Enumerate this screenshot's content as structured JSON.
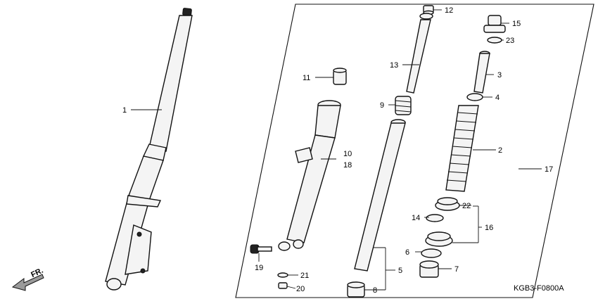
{
  "diagram": {
    "code": "KGB3-F0800A",
    "direction_label": "FR.",
    "callouts": {
      "c1": "1",
      "c2": "2",
      "c3": "3",
      "c4": "4",
      "c5": "5",
      "c6": "6",
      "c7": "7",
      "c8": "8",
      "c9": "9",
      "c10": "10",
      "c11": "11",
      "c12": "12",
      "c13": "13",
      "c14": "14",
      "c15": "15",
      "c16": "16",
      "c17": "17",
      "c18": "18",
      "c19": "19",
      "c20": "20",
      "c21": "21",
      "c22": "22",
      "c23": "23"
    }
  }
}
